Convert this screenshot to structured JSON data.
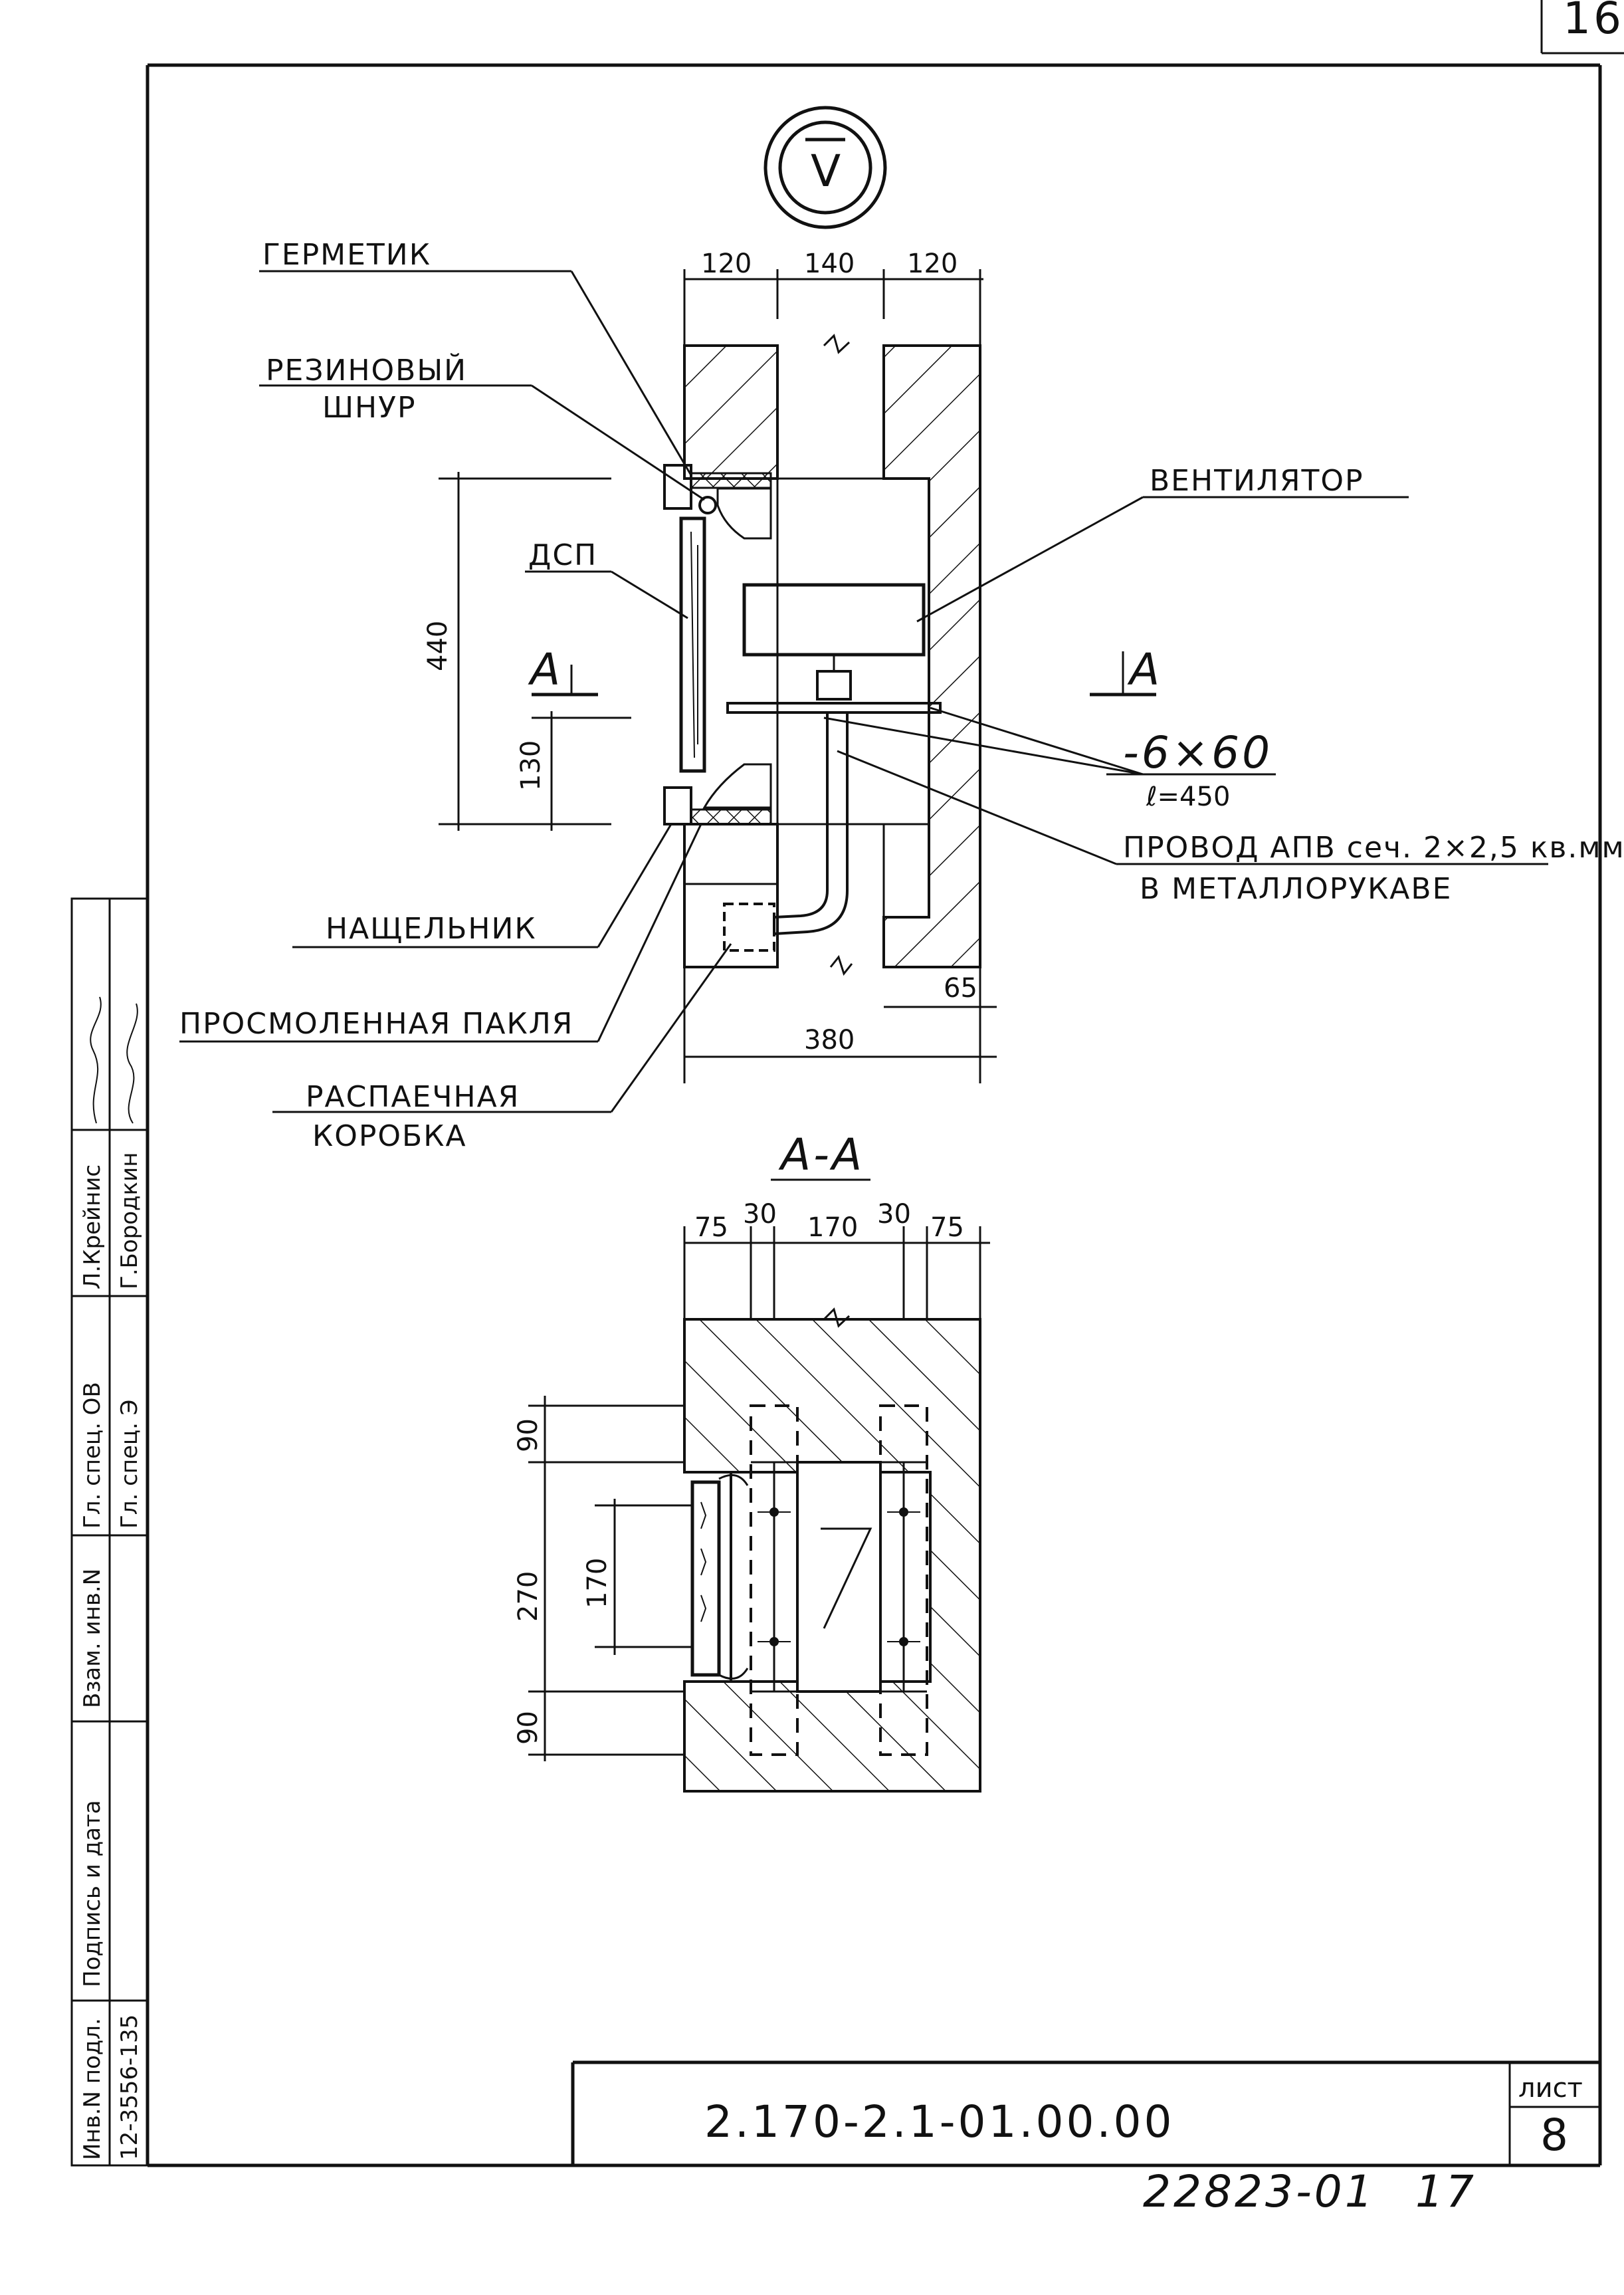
{
  "sheet": {
    "corner_number": "16",
    "view_marker": "V",
    "doc_code": "2.170-2.1-01.00.00",
    "sheet_label": "лист",
    "sheet_number": "8",
    "bottom_code": "22823-01",
    "bottom_number": "17"
  },
  "side_stamp": {
    "inv_label": "Инв.N подл.",
    "inv_value": "12-3556-135",
    "sign_label": "Подпись и дата",
    "vzam_label": "Взам. инв.N",
    "role1": "Гл. спец. ОВ",
    "name1": "Л.Крейнис",
    "role2": "Гл. спец. Э",
    "name2": "Г.Бородкин"
  },
  "labels": {
    "germetik": "ГЕРМЕТИК",
    "rezinovyi": "РЕЗИНОВЫЙ",
    "shnur": "ШНУР",
    "dsp": "ДСП",
    "ventilyator": "ВЕНТИЛЯТОР",
    "nashchelnik": "НАЩЕЛЬНИК",
    "paklya": "ПРОСМОЛЕННАЯ ПАКЛЯ",
    "raspaechnaya": "РАСПАЕЧНАЯ",
    "korobka": "КОРОБКА",
    "strip1": "-6×60",
    "strip2": "ℓ=450",
    "provod1": "ПРОВОД АПВ сеч. 2×2,5 кв.мм",
    "provod2": "В МЕТАЛЛОРУКАВЕ",
    "section_mark": "А",
    "section_title": "А-А"
  },
  "dims": {
    "top": [
      "120",
      "140",
      "120"
    ],
    "h440": "440",
    "h130": "130",
    "w65": "65",
    "w380": "380",
    "aa_top": [
      "75",
      "30",
      "170",
      "30",
      "75"
    ],
    "aa_90a": "90",
    "aa_270": "270",
    "aa_170": "170",
    "aa_90b": "90"
  }
}
